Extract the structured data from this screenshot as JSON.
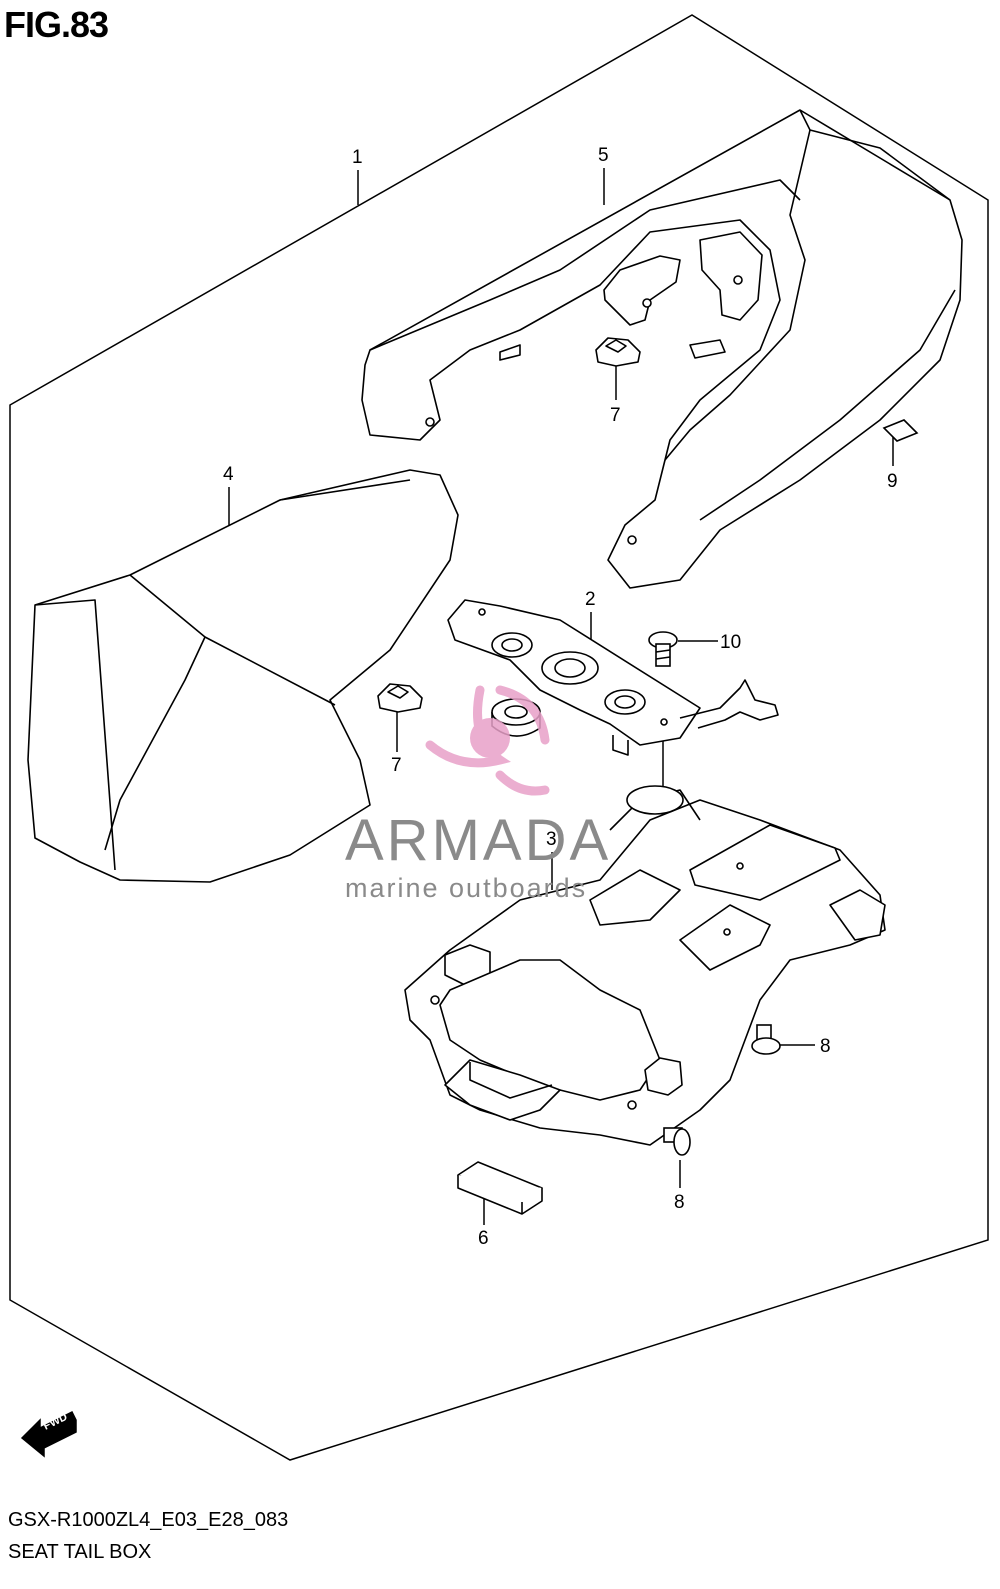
{
  "figure": {
    "title": "FIG.83",
    "model_code": "GSX-R1000ZL4_E03_E28_083",
    "section_name": "SEAT TAIL BOX"
  },
  "callouts": {
    "c1": "1",
    "c2": "2",
    "c3": "3",
    "c4": "4",
    "c5": "5",
    "c6": "6",
    "c7a": "7",
    "c7b": "7",
    "c8a": "8",
    "c8b": "8",
    "c9": "9",
    "c10": "10"
  },
  "watermark": {
    "name": "ARMADA",
    "tagline": "marine outboards",
    "color_pink": "#e8a0c8",
    "color_gray": "#8a8a8a"
  },
  "direction_badge": {
    "label": "FWD"
  },
  "colors": {
    "line": "#000000",
    "background": "#ffffff"
  }
}
